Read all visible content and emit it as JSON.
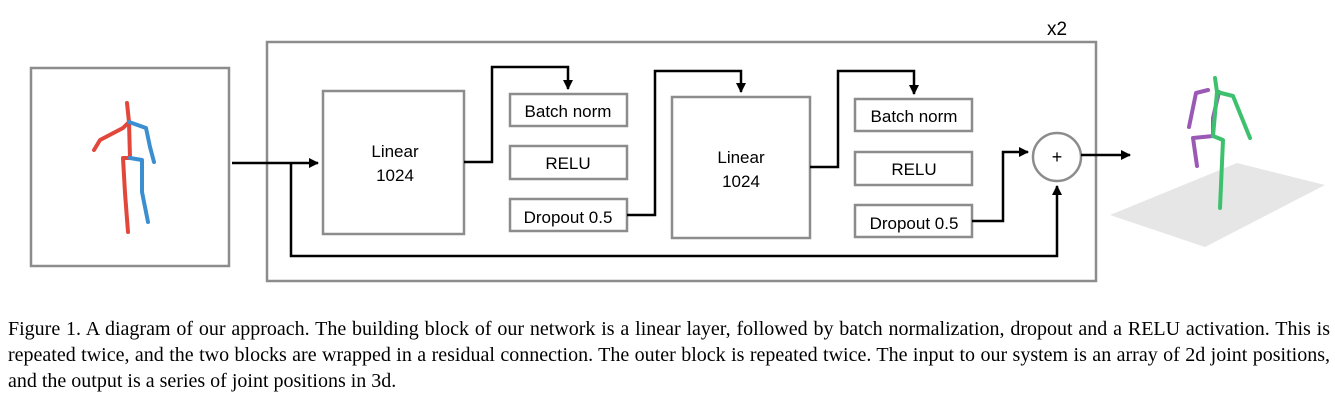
{
  "diagram": {
    "repeat_label": "x2",
    "linear1": {
      "line1": "Linear",
      "line2": "1024"
    },
    "linear2": {
      "line1": "Linear",
      "line2": "1024"
    },
    "block1": {
      "batchnorm": "Batch norm",
      "relu": "RELU",
      "dropout": "Dropout 0.5"
    },
    "block2": {
      "batchnorm": "Batch norm",
      "relu": "RELU",
      "dropout": "Dropout 0.5"
    },
    "sum_symbol": "+"
  },
  "colors": {
    "box_stroke": "#8c8c8c",
    "arrow": "#000000",
    "pose2d_left": "#e2473b",
    "pose2d_right": "#3b8fd1",
    "pose3d_left": "#9b59b6",
    "pose3d_right": "#3ec16e",
    "ground_plane": "#e6e6e6"
  },
  "caption": "Figure 1. A diagram of our approach. The building block of our network is a linear layer, followed by batch normalization, dropout and a RELU activation. This is repeated twice, and the two blocks are wrapped in a residual connection. The outer block is repeated twice. The input to our system is an array of 2d joint positions, and the output is a series of joint positions in 3d."
}
